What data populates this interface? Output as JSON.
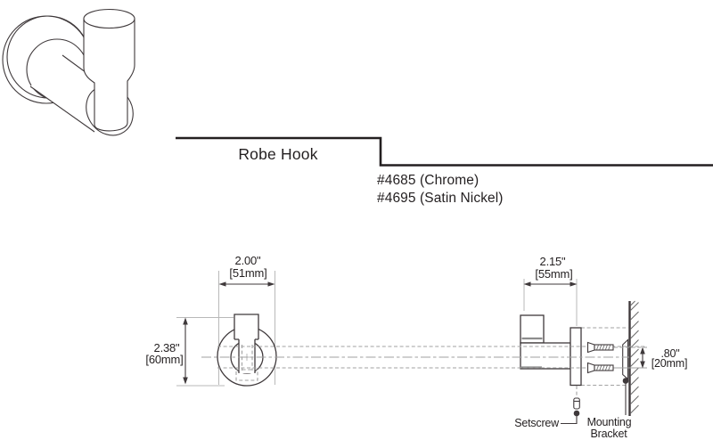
{
  "header": {
    "product_name": "Robe Hook",
    "model_chrome": "#4685 (Chrome)",
    "model_satin_nickel": "#4695 (Satin Nickel)"
  },
  "front_view": {
    "width_imperial": "2.00\"",
    "width_metric": "[51mm]",
    "height_imperial": "2.38\"",
    "height_metric": "[60mm]"
  },
  "side_view": {
    "projection_imperial": "2.15\"",
    "projection_metric": "[55mm]",
    "screw_spacing_imperial": ".80\"",
    "screw_spacing_metric": "[20mm]",
    "setscrew_label": "Setscrew",
    "mounting_bracket_label_line1": "Mounting",
    "mounting_bracket_label_line2": "Bracket"
  },
  "colors": {
    "line_dark": "#3f393b",
    "line_light": "#b9b9b9",
    "line_dash": "#a2a2a2",
    "text": "#231f20",
    "bg": "#ffffff"
  }
}
